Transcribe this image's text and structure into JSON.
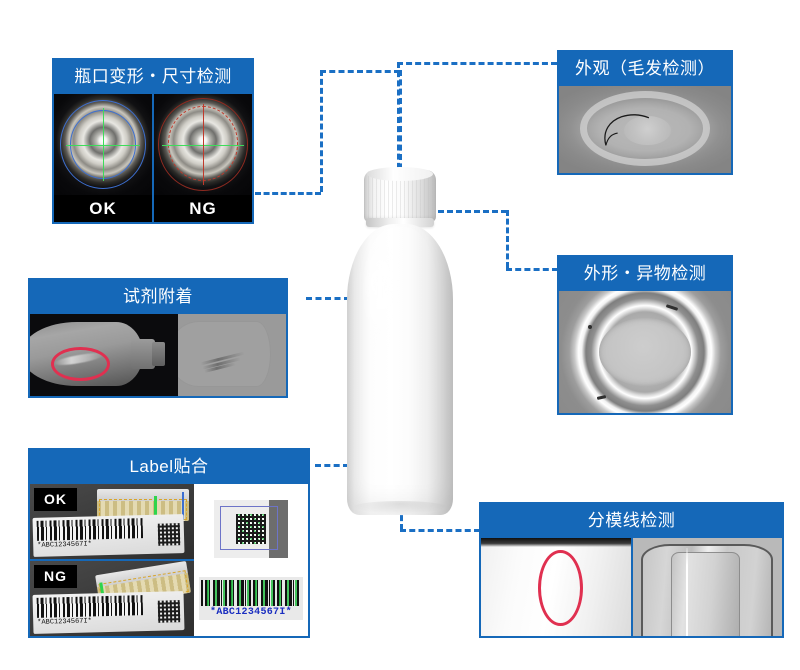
{
  "diagram": {
    "subject": "plastic-bottle-inspection-overview",
    "accent_color": "#1568b8",
    "connector_color": "#1a6fc4",
    "background_color": "#ffffff"
  },
  "panels": {
    "mouth": {
      "title": "瓶口变形・尺寸检测",
      "cells": [
        {
          "verdict": "OK",
          "overlay_color": "#3d6fd0"
        },
        {
          "verdict": "NG",
          "overlay_color": "#c0392b"
        }
      ]
    },
    "hair": {
      "title": "外观（毛发检测）"
    },
    "shape": {
      "title": "外形・异物检测"
    },
    "reagent": {
      "title": "试剂附着",
      "mark_color": "#e03050"
    },
    "label": {
      "title": "Label贴合",
      "rows": [
        {
          "verdict": "OK",
          "barcode_text": "*ABC1234567I*"
        },
        {
          "verdict": "NG",
          "barcode_text": "*ABC1234567I*"
        }
      ],
      "readout": {
        "barcode_text": "*ABC1234567I*",
        "barcode_text_color": "#1a2ec0"
      }
    },
    "parting": {
      "title": "分模线检测",
      "mark_color": "#e03050"
    }
  }
}
